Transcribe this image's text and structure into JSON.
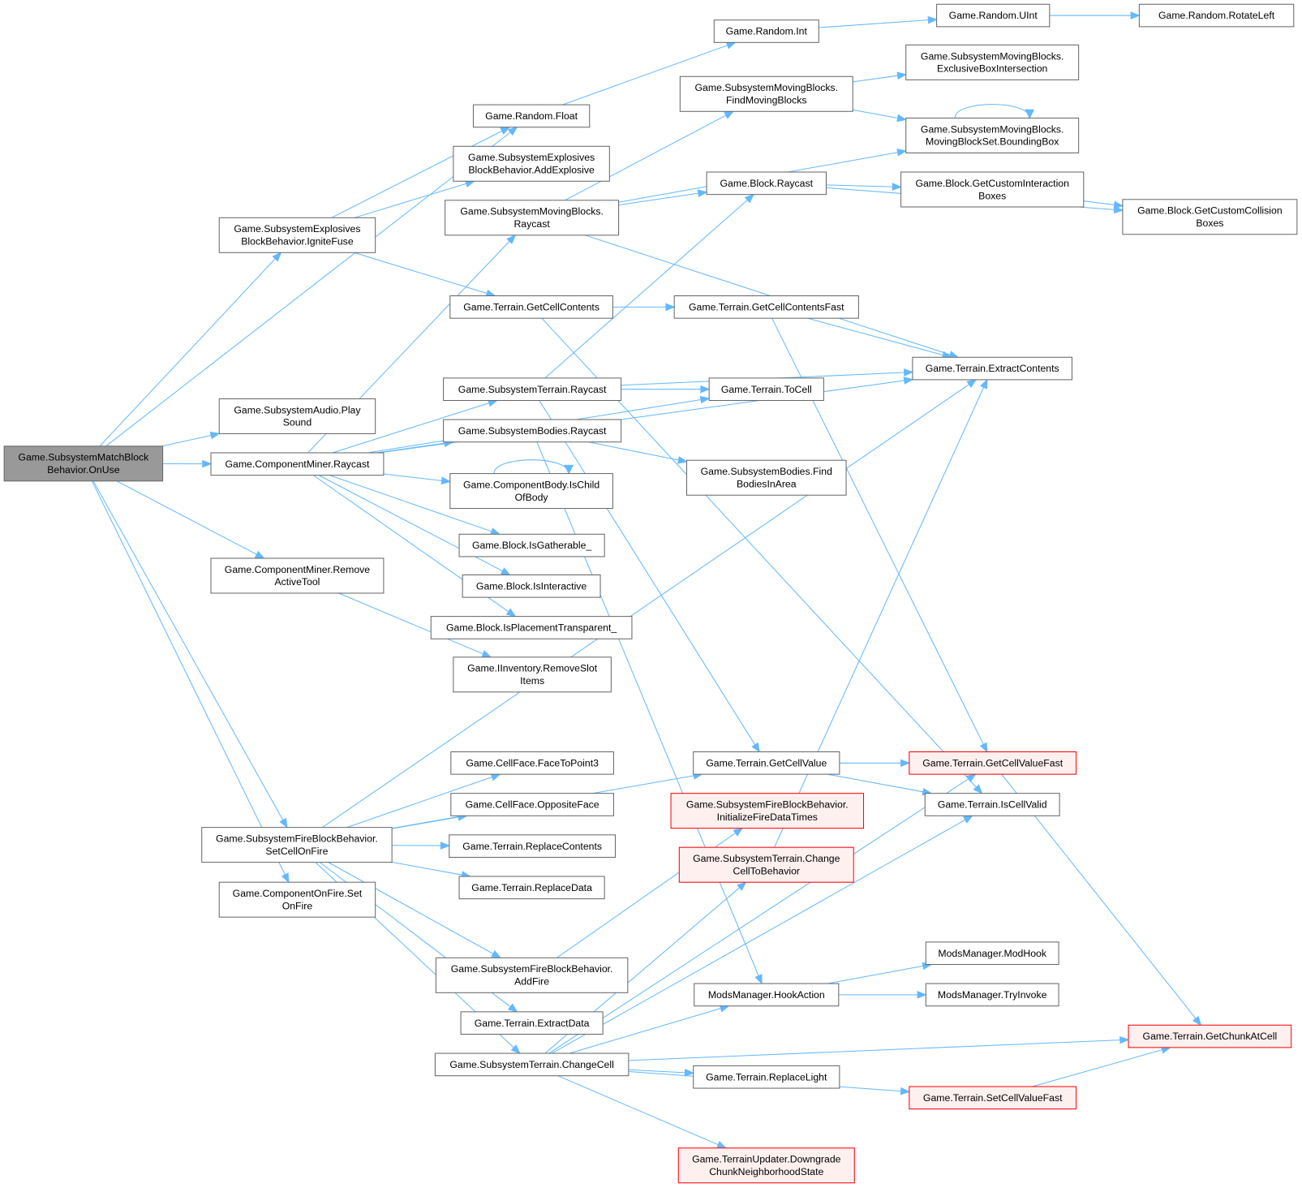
{
  "title": "Call graph of Game.SubsystemMatchBlockBehavior.OnUse",
  "colors": {
    "edge": "#63b8ff",
    "root_fill": "#999999",
    "node_border": "#666666",
    "truncated_border": "#ff0000",
    "truncated_fill": "#fff0f0"
  },
  "nodes": [
    {
      "lines": [
        "Game.SubsystemMatchBlock",
        "Behavior.OnUse"
      ],
      "kind": "root"
    },
    {
      "lines": [
        "Game.Random.Float"
      ]
    },
    {
      "lines": [
        "Game.SubsystemExplosives",
        "BlockBehavior.IgniteFuse"
      ]
    },
    {
      "lines": [
        "Game.SubsystemAudio.Play",
        "Sound"
      ]
    },
    {
      "lines": [
        "Game.ComponentMiner.Raycast"
      ]
    },
    {
      "lines": [
        "Game.ComponentMiner.Remove",
        "ActiveTool"
      ]
    },
    {
      "lines": [
        "Game.SubsystemFireBlockBehavior.",
        "SetCellOnFire"
      ]
    },
    {
      "lines": [
        "Game.ComponentOnFire.Set",
        "OnFire"
      ]
    },
    {
      "lines": [
        "Game.Random.Int"
      ]
    },
    {
      "lines": [
        "Game.Random.UInt"
      ]
    },
    {
      "lines": [
        "Game.Random.RotateLeft"
      ]
    },
    {
      "lines": [
        "Game.SubsystemExplosives",
        "BlockBehavior.AddExplosive"
      ]
    },
    {
      "lines": [
        "Game.SubsystemMovingBlocks.",
        "Raycast"
      ]
    },
    {
      "lines": [
        "Game.Terrain.GetCellContents"
      ]
    },
    {
      "lines": [
        "Game.SubsystemTerrain.Raycast"
      ]
    },
    {
      "lines": [
        "Game.SubsystemBodies.Raycast"
      ]
    },
    {
      "lines": [
        "Game.ComponentBody.IsChild",
        "OfBody"
      ]
    },
    {
      "lines": [
        "Game.Block.IsGatherable_"
      ]
    },
    {
      "lines": [
        "Game.Block.IsInteractive"
      ]
    },
    {
      "lines": [
        "Game.Block.IsPlacementTransparent_"
      ]
    },
    {
      "lines": [
        "Game.IInventory.RemoveSlot",
        "Items"
      ]
    },
    {
      "lines": [
        "Game.CellFace.FaceToPoint3"
      ]
    },
    {
      "lines": [
        "Game.CellFace.OppositeFace"
      ]
    },
    {
      "lines": [
        "Game.Terrain.ReplaceContents"
      ]
    },
    {
      "lines": [
        "Game.Terrain.ReplaceData"
      ]
    },
    {
      "lines": [
        "Game.SubsystemFireBlockBehavior.",
        "AddFire"
      ]
    },
    {
      "lines": [
        "Game.Terrain.ExtractData"
      ]
    },
    {
      "lines": [
        "Game.SubsystemTerrain.ChangeCell"
      ]
    },
    {
      "lines": [
        "Game.SubsystemMovingBlocks.",
        "FindMovingBlocks"
      ]
    },
    {
      "lines": [
        "Game.Block.Raycast"
      ]
    },
    {
      "lines": [
        "Game.Terrain.GetCellContentsFast"
      ]
    },
    {
      "lines": [
        "Game.Terrain.ToCell"
      ]
    },
    {
      "lines": [
        "Game.SubsystemBodies.Find",
        "BodiesInArea"
      ]
    },
    {
      "lines": [
        "Game.Terrain.GetCellValue"
      ]
    },
    {
      "lines": [
        "Game.SubsystemFireBlockBehavior.",
        "InitializeFireDataTimes"
      ],
      "kind": "red"
    },
    {
      "lines": [
        "Game.SubsystemTerrain.Change",
        "CellToBehavior"
      ],
      "kind": "red"
    },
    {
      "lines": [
        "ModsManager.HookAction"
      ]
    },
    {
      "lines": [
        "Game.Terrain.ReplaceLight"
      ]
    },
    {
      "lines": [
        "Game.TerrainUpdater.Downgrade",
        "ChunkNeighborhoodState"
      ],
      "kind": "red"
    },
    {
      "lines": [
        "Game.SubsystemMovingBlocks.",
        "ExclusiveBoxIntersection"
      ]
    },
    {
      "lines": [
        "Game.SubsystemMovingBlocks.",
        "MovingBlockSet.BoundingBox"
      ]
    },
    {
      "lines": [
        "Game.Block.GetCustomInteraction",
        "Boxes"
      ]
    },
    {
      "lines": [
        "Game.Block.GetCustomCollision",
        "Boxes"
      ]
    },
    {
      "lines": [
        "Game.Terrain.ExtractContents"
      ]
    },
    {
      "lines": [
        "Game.Terrain.GetCellValueFast"
      ],
      "kind": "red"
    },
    {
      "lines": [
        "Game.Terrain.IsCellValid"
      ]
    },
    {
      "lines": [
        "ModsManager.ModHook"
      ]
    },
    {
      "lines": [
        "ModsManager.TryInvoke"
      ]
    },
    {
      "lines": [
        "Game.Terrain.GetChunkAtCell"
      ],
      "kind": "red"
    },
    {
      "lines": [
        "Game.Terrain.SetCellValueFast"
      ],
      "kind": "red"
    }
  ],
  "edges": [
    [
      0,
      1
    ],
    [
      0,
      2
    ],
    [
      0,
      3
    ],
    [
      0,
      4
    ],
    [
      0,
      5
    ],
    [
      0,
      6
    ],
    [
      0,
      7
    ],
    [
      1,
      8
    ],
    [
      8,
      9
    ],
    [
      9,
      10
    ],
    [
      2,
      1
    ],
    [
      2,
      11
    ],
    [
      2,
      13
    ],
    [
      4,
      12
    ],
    [
      4,
      43
    ],
    [
      4,
      31
    ],
    [
      4,
      14
    ],
    [
      4,
      15
    ],
    [
      4,
      16
    ],
    [
      4,
      17
    ],
    [
      4,
      18
    ],
    [
      4,
      19
    ],
    [
      5,
      20
    ],
    [
      6,
      43
    ],
    [
      6,
      21
    ],
    [
      6,
      22
    ],
    [
      6,
      23
    ],
    [
      6,
      24
    ],
    [
      6,
      33
    ],
    [
      6,
      25
    ],
    [
      6,
      26
    ],
    [
      6,
      27
    ],
    [
      12,
      28
    ],
    [
      12,
      40
    ],
    [
      12,
      29
    ],
    [
      12,
      43
    ],
    [
      28,
      39
    ],
    [
      28,
      40
    ],
    [
      40,
      40
    ],
    [
      29,
      41
    ],
    [
      29,
      42
    ],
    [
      41,
      42
    ],
    [
      13,
      30
    ],
    [
      13,
      45
    ],
    [
      30,
      43
    ],
    [
      30,
      44
    ],
    [
      14,
      31
    ],
    [
      14,
      43
    ],
    [
      14,
      29
    ],
    [
      14,
      33
    ],
    [
      15,
      32
    ],
    [
      15,
      36
    ],
    [
      16,
      16
    ],
    [
      33,
      44
    ],
    [
      33,
      45
    ],
    [
      25,
      34
    ],
    [
      27,
      35
    ],
    [
      27,
      44
    ],
    [
      27,
      45
    ],
    [
      27,
      36
    ],
    [
      27,
      48
    ],
    [
      27,
      37
    ],
    [
      27,
      49
    ],
    [
      27,
      38
    ],
    [
      35,
      43
    ],
    [
      36,
      46
    ],
    [
      36,
      47
    ],
    [
      44,
      48
    ],
    [
      49,
      48
    ]
  ]
}
